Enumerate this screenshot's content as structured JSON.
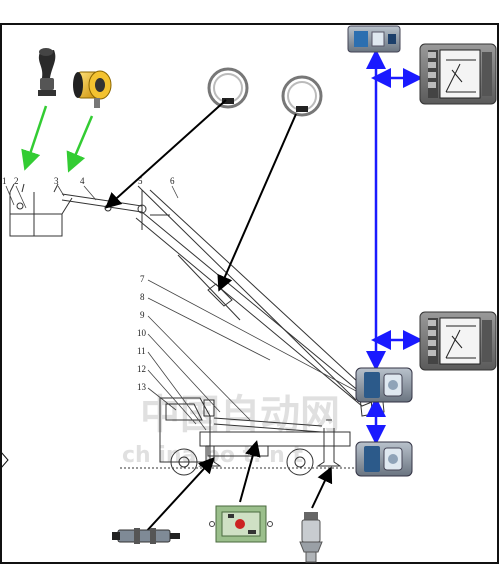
{
  "labels": [
    "1",
    "2",
    "3",
    "4",
    "5",
    "6",
    "7",
    "8",
    "9",
    "10",
    "11",
    "12",
    "13"
  ],
  "watermark": {
    "main": "中国自动网",
    "sub": "ch  ina  bo  t.  n  t"
  },
  "colors": {
    "green_arrow": "#33cc33",
    "black_arrow": "#000000",
    "bus_line": "#1a1aff",
    "monitor_bezel": "#7a7a7a",
    "monitor_screen": "#f4f4f4"
  },
  "icons": {
    "joystick": "joystick-icon",
    "rotary_encoder": "rotary-encoder-icon",
    "angle_sensor_1": "angle-sensor-icon",
    "angle_sensor_2": "angle-sensor-icon",
    "controller_top": "controller-module-icon",
    "display_top": "display-monitor-icon",
    "display_mid": "display-monitor-icon",
    "controller_1": "controller-module-icon",
    "controller_2": "controller-module-icon",
    "proximity_switch": "proximity-switch-icon",
    "circuit_board": "circuit-board-icon",
    "pressure_sensor": "pressure-sensor-icon"
  }
}
